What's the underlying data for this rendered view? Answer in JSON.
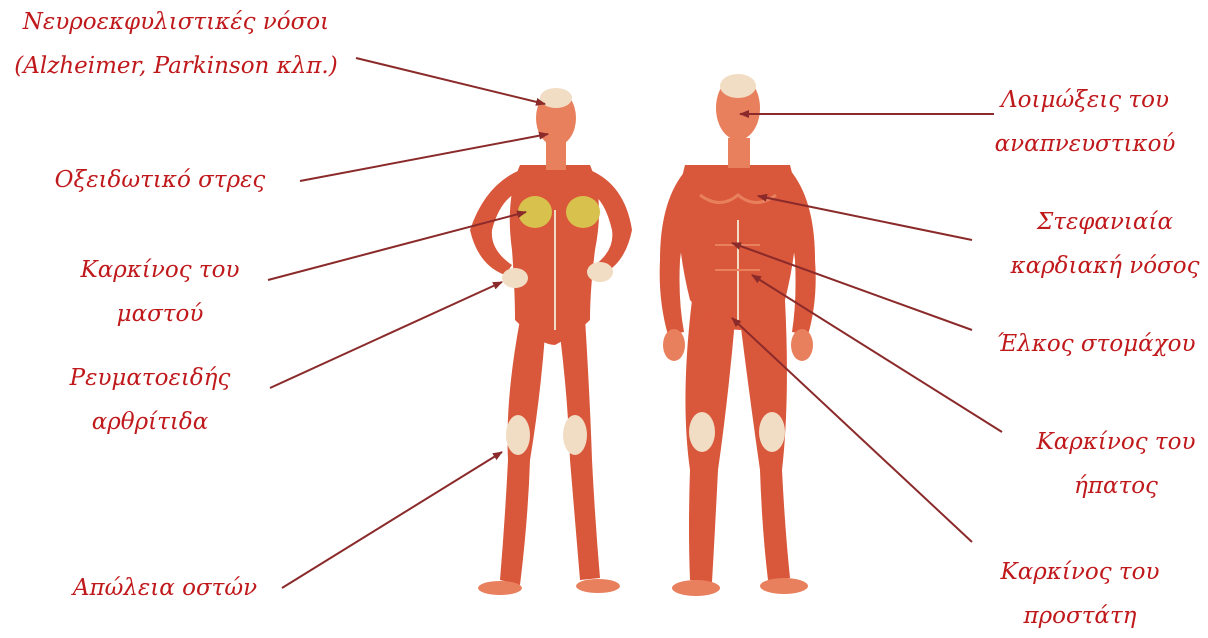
{
  "labels": {
    "neuro": [
      "Νευροεκφυλιστικές νόσοι",
      "(Alzheimer, Parkinson κλπ.)"
    ],
    "oxidative": [
      "Οξειδωτικό στρες"
    ],
    "breast": [
      "Καρκίνος του",
      "μαστού"
    ],
    "arthritis": [
      "Ρευματοειδής",
      "αρθρίτιδα"
    ],
    "bone": [
      "Απώλεια οστών"
    ],
    "respiratory": [
      "Λοιμώξεις του",
      "αναπνευστικού"
    ],
    "heart": [
      "Στεφανιαία",
      "καρδιακή νόσος"
    ],
    "ulcer": [
      "Έλκος στομάχου"
    ],
    "liver": [
      "Καρκίνος του",
      "ήπατος"
    ],
    "prostate": [
      "Καρκίνος του",
      "προστάτη"
    ]
  },
  "colors": {
    "label_text": "#c0191c",
    "arrow": "#8b2a2a",
    "muscle": "#d9573a",
    "muscle_light": "#e8805e",
    "tendon": "#f1dcc4",
    "breast": "#d8c14c"
  }
}
